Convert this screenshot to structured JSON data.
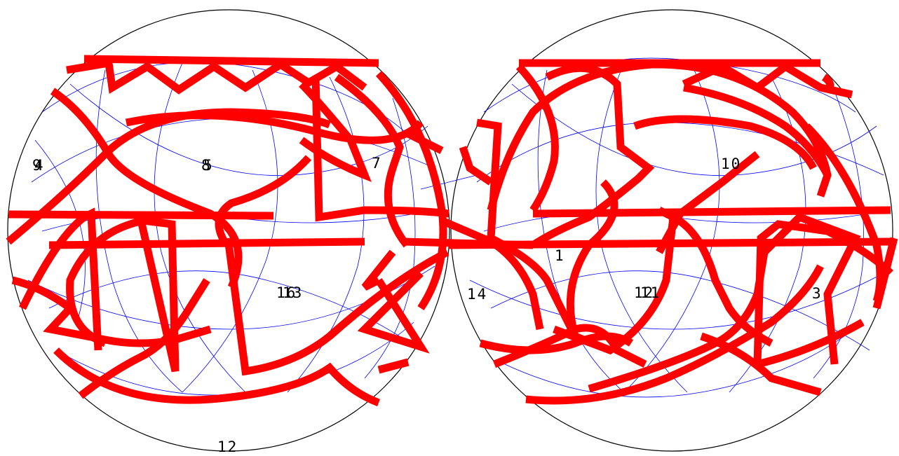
{
  "colors": {
    "background": "#ffffff",
    "boundary": "#000000",
    "thin_curves": "#0000ff",
    "thick_curves": "#ff0000"
  },
  "labels": {
    "l9": "9",
    "l4": "4",
    "l8": "8",
    "l5": "5",
    "l7": "7",
    "l10": "10",
    "l1": "1",
    "l16": "16",
    "l13": "13",
    "l14": "14",
    "l12a": "12",
    "l11": "11",
    "l3": "3",
    "l12b": "12"
  }
}
